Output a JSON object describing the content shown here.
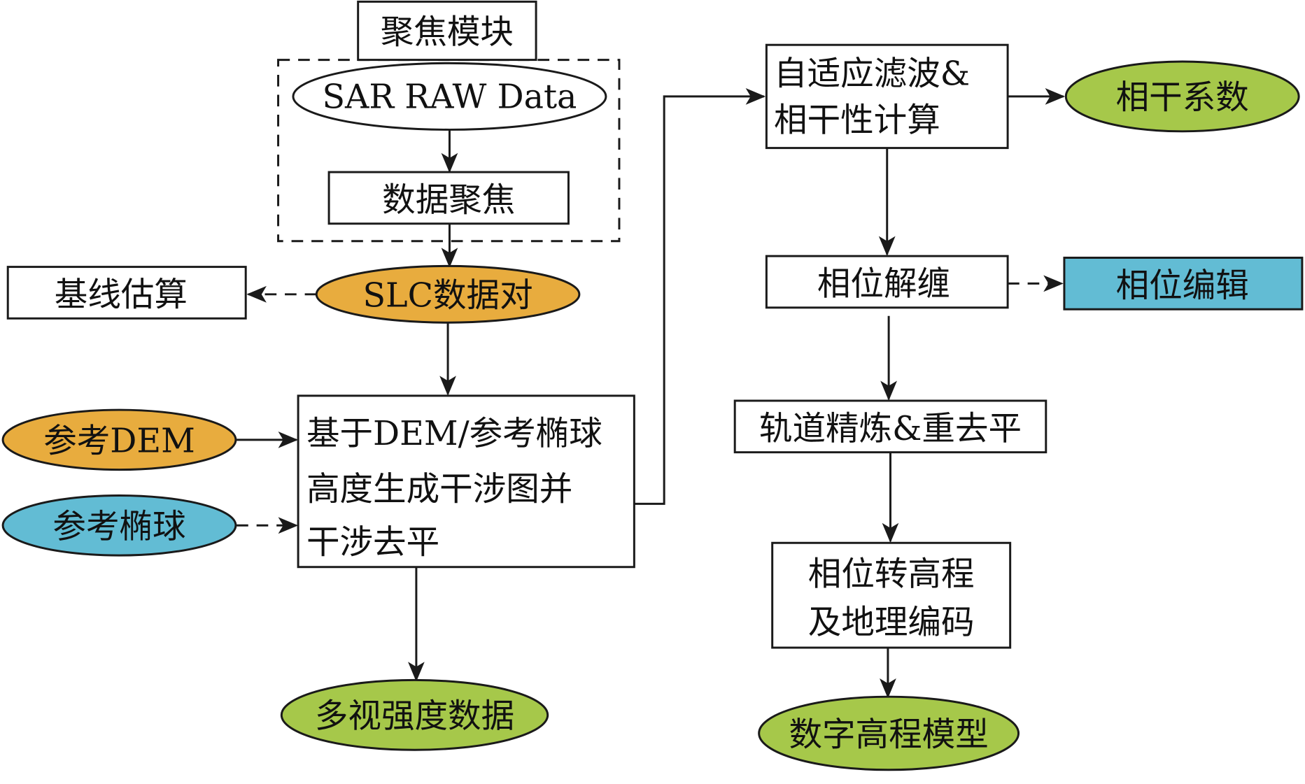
{
  "colors": {
    "orange": "#E8AC3E",
    "green": "#A6C84A",
    "blue": "#62BCD4",
    "white": "#FFFFFF"
  },
  "nodes": {
    "focus_module": "聚焦模块",
    "sar_raw": "SAR RAW Data",
    "data_focus": "数据聚焦",
    "slc_pair": "SLC数据对",
    "baseline": "基线估算",
    "ref_dem": "参考DEM",
    "ref_ellipsoid": "参考椭球",
    "interferogram": [
      "基于DEM/参考椭球",
      "高度生成干涉图并",
      "干涉去平"
    ],
    "multilook": "多视强度数据",
    "filter": [
      "自适应滤波&",
      "相干性计算"
    ],
    "coherence": "相干系数",
    "unwrap": "相位解缠",
    "phase_edit": "相位编辑",
    "orbit": "轨道精炼&重去平",
    "geocode": [
      "相位转高程",
      "及地理编码"
    ],
    "dem_out": "数字高程模型"
  }
}
